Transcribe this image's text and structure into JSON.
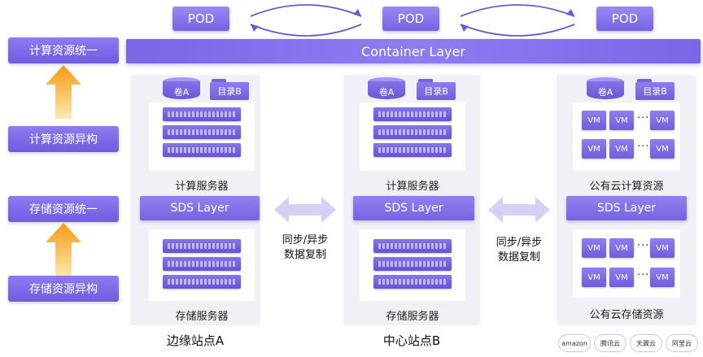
{
  "left_column": {
    "compute_unified": "计算资源统一",
    "compute_heterogeneous": "计算资源异构",
    "storage_unified": "存储资源统一",
    "storage_heterogeneous": "存储资源异构"
  },
  "pods": [
    "POD",
    "POD",
    "POD"
  ],
  "container_layer": "Container Layer",
  "sites": [
    {
      "volume": "卷A",
      "directory": "目录B",
      "compute_caption": "计算服务器",
      "sds": "SDS Layer",
      "storage_caption": "存储服务器",
      "name": "边缘站点A"
    },
    {
      "volume": "卷A",
      "directory": "目录B",
      "compute_caption": "计算服务器",
      "sds": "SDS Layer",
      "storage_caption": "存储服务器",
      "name": "中心站点B"
    },
    {
      "volume": "卷A",
      "directory": "目录B",
      "compute_caption": "公有云计算资源",
      "sds": "SDS Layer",
      "storage_caption": "公有云存储资源",
      "vm_label": "VM",
      "ellipsis": "···"
    }
  ],
  "sync": {
    "line1": "同步/异步",
    "line2": "数据复制"
  },
  "cloud_logos": [
    "amazon",
    "腾讯云",
    "天翼云",
    "阿里云"
  ],
  "colors": {
    "accent": "#7a66e6",
    "panel_bg": "#f1f0f6",
    "arrow_orange": "#f7a21b",
    "sync_arrow": "#d6d0f7"
  }
}
